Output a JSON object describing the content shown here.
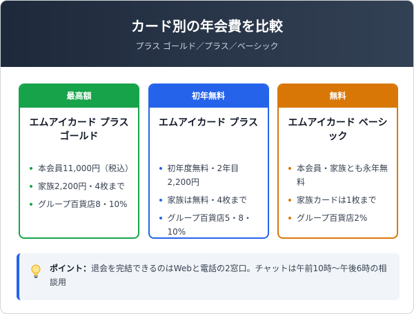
{
  "header": {
    "title": "カード別の年会費を比較",
    "subtitle": "プラス ゴールド／プラス／ベーシック"
  },
  "cards": [
    {
      "badge": "最高額",
      "name": "エムアイカード プラス ゴールド",
      "features": [
        "本会員11,000円（税込）",
        "家族2,200円・4枚まで",
        "グループ百貨店8・10%"
      ]
    },
    {
      "badge": "初年無料",
      "name": "エムアイカード プラス",
      "features": [
        "初年度無料・2年目2,200円",
        "家族は無料・4枚まで",
        "グループ百貨店5・8・10%"
      ]
    },
    {
      "badge": "無料",
      "name": "エムアイカード ベーシック",
      "features": [
        "本会員・家族とも永年無料",
        "家族カードは1枚まで",
        "グループ百貨店2%"
      ]
    }
  ],
  "note": {
    "icon": "lightbulb-icon",
    "label": "ポイント：",
    "text": "退会を完結できるのはWebと電話の2窓口。チャットは午前10時〜午後6時の相談用"
  },
  "colors": {
    "gold_card": "#16a34a",
    "plus_card": "#2563eb",
    "basic_card": "#d97706",
    "header_bg": "#1e293b"
  }
}
